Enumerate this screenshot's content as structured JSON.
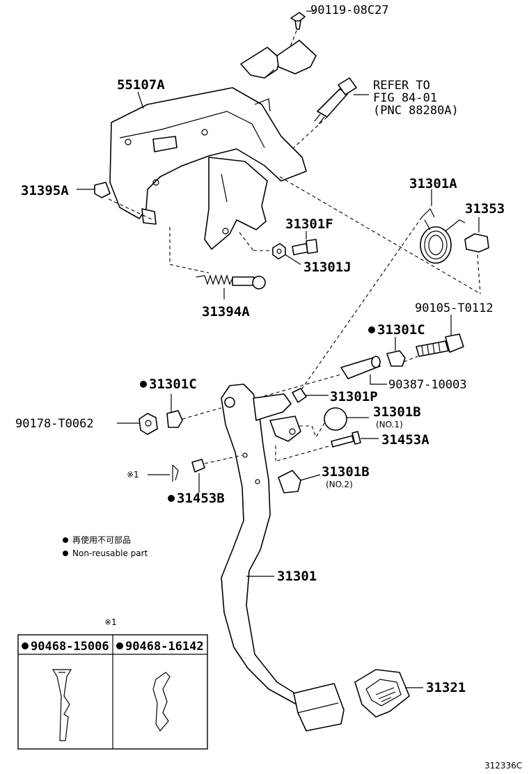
{
  "labels": {
    "bolt_top": "90119-08C27",
    "bracket": "55107A",
    "refer_line1": "REFER TO",
    "refer_line2": "FIG 84-01",
    "refer_line3": "(PNC 88280A)",
    "cushion_left": "31395A",
    "spring_label": "31301A",
    "clip_right": "31353",
    "bolt_f": "31301F",
    "nut_j": "31301J",
    "tension_spring": "31394A",
    "bolt_long": "90105-T0112",
    "bushing_c_right": "31301C",
    "collar": "90387-10003",
    "bushing_c_left": "31301C",
    "clip_p": "31301P",
    "nut_left": "90178-T0062",
    "stopper_b1": "31301B",
    "stopper_b1_sub": "(NO.1)",
    "pin": "31453A",
    "note_ref": "※1",
    "stopper_b2": "31301B",
    "stopper_b2_sub": "(NO.2)",
    "bushing_b": "31453B",
    "pedal_arm": "31301",
    "pedal_pad": "31321",
    "figure_id": "312336C"
  },
  "legend": {
    "line_jp": "再使用不可部品",
    "line_en": "Non-reusable part"
  },
  "inset": {
    "ref": "※1",
    "col1": "90468-15006",
    "col2": "90468-16142"
  }
}
